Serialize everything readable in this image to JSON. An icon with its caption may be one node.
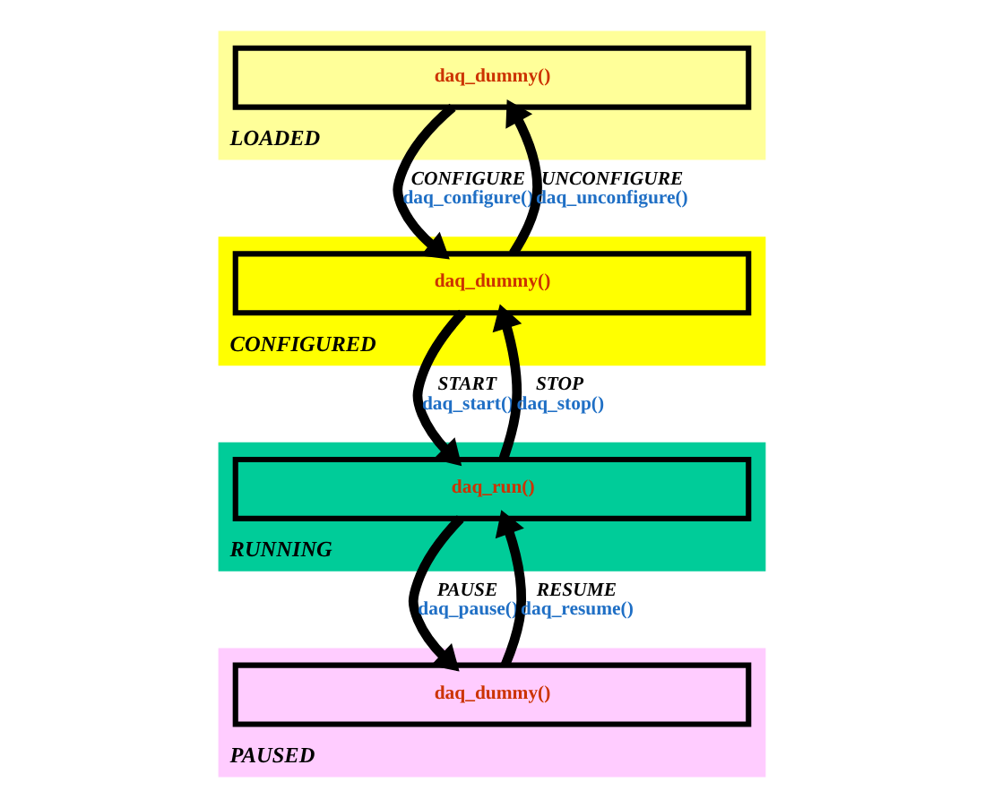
{
  "diagram": {
    "nodes": [
      {
        "text": [
          "LOADED"
        ]
      },
      {
        "text": [
          "daq_dummy()"
        ],
        "in": 0
      },
      {
        "text": [
          "CONFIGURED"
        ]
      },
      {
        "text": [
          "daq_dummy()"
        ],
        "in": 2
      },
      {
        "text": [
          "RUNNING"
        ]
      },
      {
        "text": [
          "daq_run()"
        ],
        "in": 4
      },
      {
        "text": [
          "PAUSED"
        ]
      },
      {
        "text": [
          "daq_dummy()"
        ],
        "in": 6
      }
    ],
    "edges": [
      {
        "from": 1,
        "to": 3,
        "arrow": "to",
        "label": "CONFIGURE daq_configure()"
      },
      {
        "from": 3,
        "to": 1,
        "arrow": "to",
        "label": "UNCONFIGURE daq_unconfigure()"
      },
      {
        "from": 3,
        "to": 5,
        "arrow": "to",
        "label": "START daq_start()"
      },
      {
        "from": 5,
        "to": 3,
        "arrow": "to",
        "label": "STOP daq_stop()"
      },
      {
        "from": 5,
        "to": 7,
        "arrow": "to",
        "label": "PAUSE daq_pause()"
      },
      {
        "from": 7,
        "to": 5,
        "arrow": "to",
        "label": "RESUME daq_resume()"
      }
    ]
  }
}
